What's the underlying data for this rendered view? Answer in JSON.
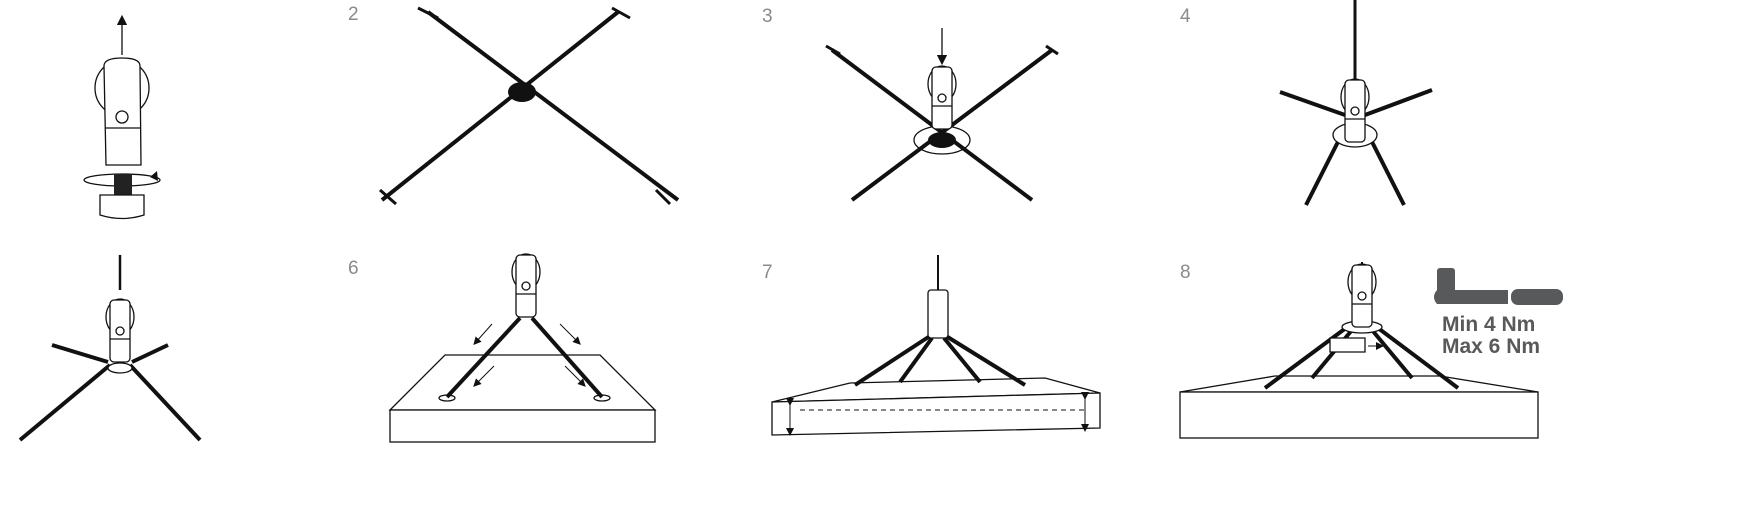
{
  "steps": [
    {
      "number": "2"
    },
    {
      "number": "3"
    },
    {
      "number": "4"
    },
    {
      "number": "6"
    },
    {
      "number": "7"
    },
    {
      "number": "8"
    }
  ],
  "torque": {
    "icon": "torque-wrench-icon",
    "min_label": "Min 4 Nm",
    "max_label": "Max 6 Nm",
    "color": "#58595b"
  }
}
